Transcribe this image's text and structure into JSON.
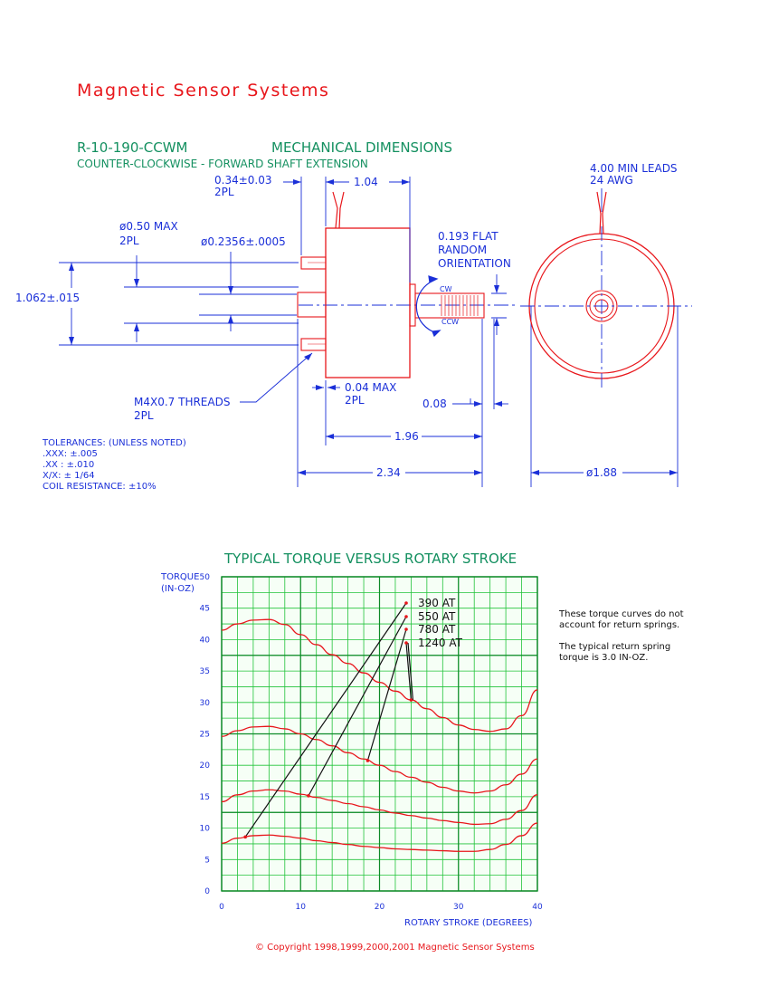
{
  "company": "Magnetic Sensor Systems",
  "part_number": "R-10-190-CCWM",
  "section_title": "MECHANICAL DIMENSIONS",
  "subtitle": "COUNTER-CLOCKWISE - FORWARD SHAFT EXTENSION",
  "dimensions": {
    "shaft_tol": "0.34±0.03",
    "shaft_tol_count": "2PL",
    "length_top": "1.04",
    "boss_dia": "ø0.50 MAX",
    "boss_dia_count": "2PL",
    "pin_dia": "ø0.2356±.0005",
    "height": "1.062±.015",
    "threads": "M4X0.7 THREADS",
    "threads_count": "2PL",
    "gap": "0.04 MAX",
    "gap_count": "2PL",
    "shaft_ext": "0.08",
    "body_len": "1.96",
    "overall_len": "2.34",
    "flat_line1": "0.193 FLAT",
    "flat_line2": "RANDOM",
    "flat_line3": "ORIENTATION",
    "leads_line1": "4.00 MIN LEADS",
    "leads_line2": "24 AWG",
    "end_dia": "ø1.88",
    "cw": "CW",
    "ccw": "CCW"
  },
  "tolerances": [
    "TOLERANCES: (UNLESS NOTED)",
    ".XXX: ±.005",
    ".XX : ±.010",
    "X/X:  ± 1/64",
    "COIL RESISTANCE: ±10%"
  ],
  "notes": [
    "These torque curves do not",
    "account for return springs.",
    "The typical return spring",
    "torque is 3.0 IN-OZ."
  ],
  "copyright": "©   Copyright 1998,1999,2000,2001 Magnetic Sensor Systems",
  "colors": {
    "brand_red": "#e8161b",
    "dimension_blue": "#1a2fd8",
    "title_teal": "#149060",
    "grid_green": "#22c33a",
    "curve_red": "#e8161b"
  },
  "chart_data": {
    "type": "line",
    "title": "TYPICAL TORQUE VERSUS ROTARY STROKE",
    "ylabel_line1": "TORQUE",
    "ylabel_line2": "(IN-OZ)",
    "xlabel": "ROTARY STROKE (DEGREES)",
    "xlim": [
      0,
      40
    ],
    "ylim": [
      0,
      50
    ],
    "x_ticks": [
      0,
      10,
      20,
      30,
      40
    ],
    "y_ticks": [
      0,
      5,
      10,
      15,
      20,
      25,
      30,
      35,
      40,
      45,
      50
    ],
    "grid": true,
    "x": [
      0,
      2,
      4,
      6,
      8,
      10,
      12,
      14,
      16,
      18,
      20,
      22,
      24,
      26,
      28,
      30,
      32,
      34,
      36,
      38,
      40
    ],
    "series": [
      {
        "name": "390 AT",
        "values": [
          7.6,
          8.4,
          8.8,
          8.9,
          8.7,
          8.4,
          8.0,
          7.7,
          7.4,
          7.1,
          6.9,
          6.7,
          6.6,
          6.5,
          6.4,
          6.3,
          6.3,
          6.6,
          7.4,
          8.8,
          10.8
        ]
      },
      {
        "name": "550 AT",
        "values": [
          14.2,
          15.3,
          15.9,
          16.1,
          15.9,
          15.4,
          14.9,
          14.4,
          13.9,
          13.4,
          12.9,
          12.4,
          12.0,
          11.6,
          11.2,
          10.9,
          10.6,
          10.7,
          11.4,
          12.8,
          15.3
        ]
      },
      {
        "name": "780 AT",
        "values": [
          24.6,
          25.5,
          26.1,
          26.2,
          25.8,
          25.0,
          24.1,
          23.1,
          22.0,
          21.0,
          20.0,
          19.0,
          18.1,
          17.3,
          16.5,
          15.9,
          15.6,
          15.9,
          16.9,
          18.6,
          21.0
        ]
      },
      {
        "name": "1240 AT",
        "values": [
          41.5,
          42.5,
          43.1,
          43.2,
          42.4,
          40.8,
          39.2,
          37.6,
          36.2,
          34.7,
          33.2,
          31.8,
          30.4,
          29.0,
          27.6,
          26.4,
          25.7,
          25.4,
          25.8,
          27.9,
          32.0
        ]
      }
    ],
    "legend": [
      "390 AT",
      "550 AT",
      "780 AT",
      "1240 AT"
    ]
  }
}
